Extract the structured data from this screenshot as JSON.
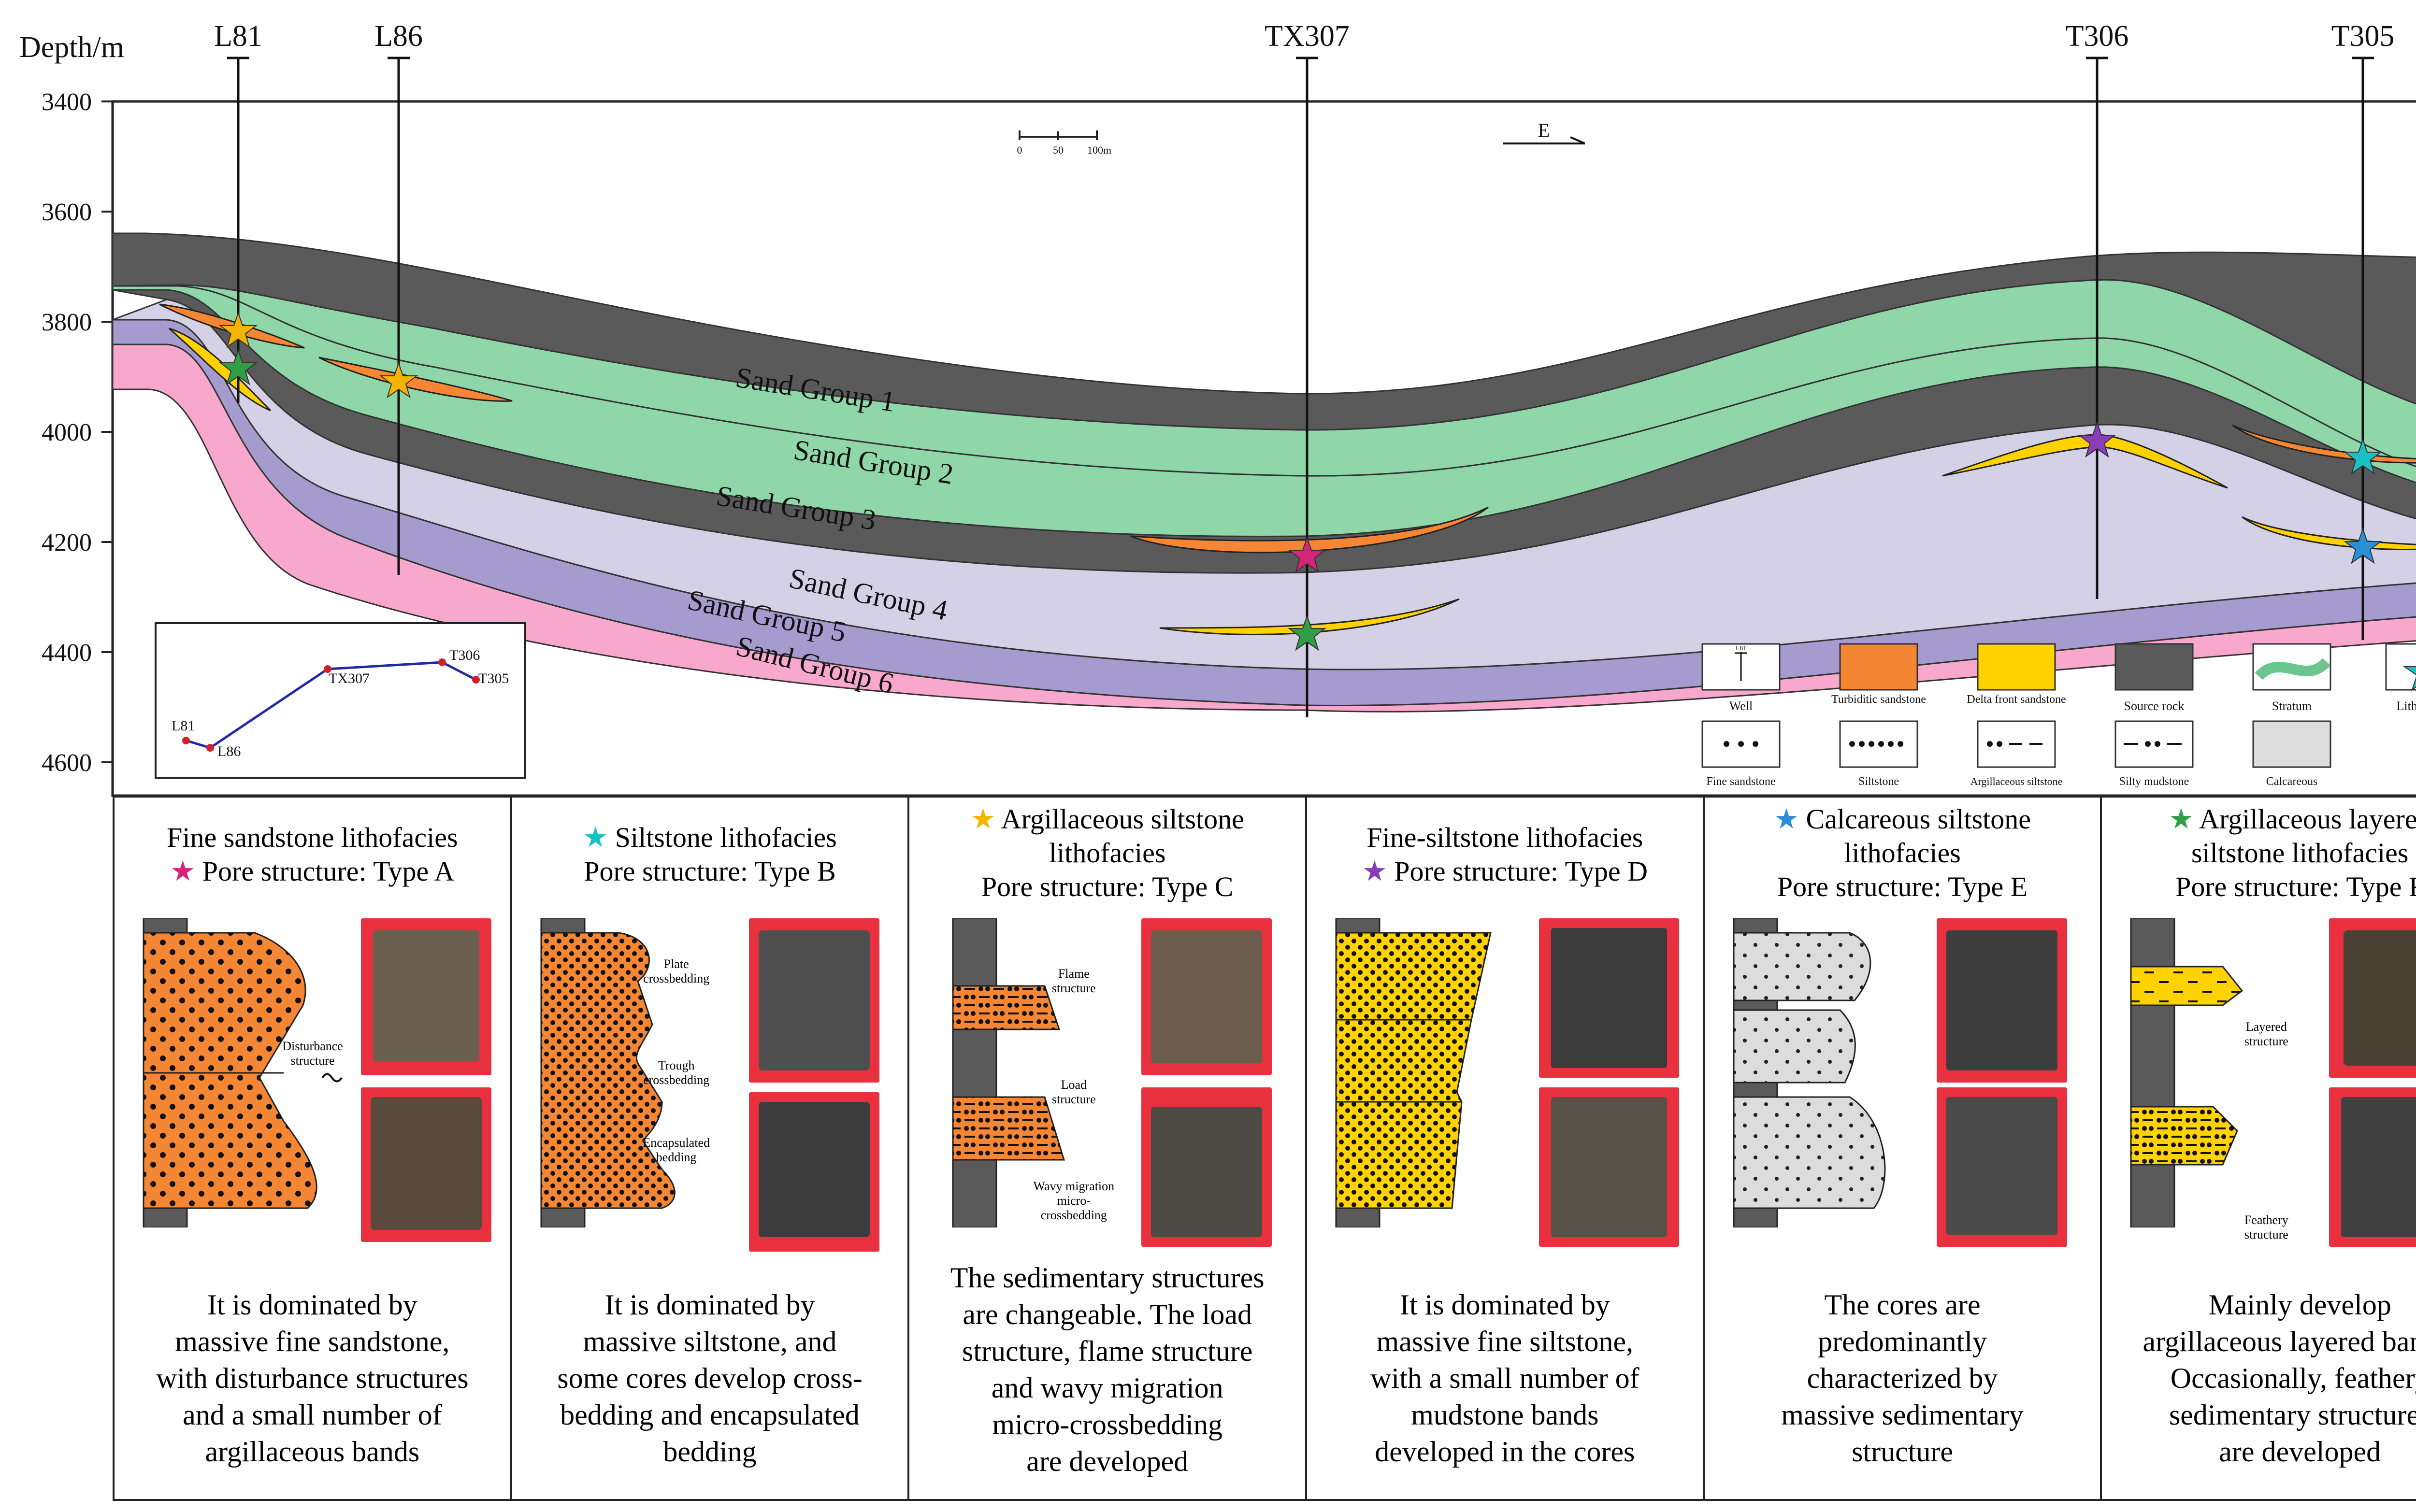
{
  "axis": {
    "title": "Depth/m",
    "ticks": [
      "3400",
      "3600",
      "3800",
      "4000",
      "4200",
      "4400",
      "4600"
    ]
  },
  "wells": [
    "L81",
    "L86",
    "TX307",
    "T306",
    "T305"
  ],
  "sand_groups": [
    "Sand Group 1",
    "Sand Group 2",
    "Sand Group 3",
    "Sand Group 4",
    "Sand Group 5",
    "Sand Group 6"
  ],
  "scale": {
    "zero": "0",
    "mid": "50",
    "end": "100m"
  },
  "direction": "E",
  "map_labels": [
    "L81",
    "L86",
    "TX307",
    "T306",
    "T305"
  ],
  "legend": {
    "well": "Well",
    "well_icon": "L81",
    "turbiditic": "Turbiditic sandstone",
    "delta": "Delta front sandstone",
    "source": "Source rock",
    "stratum": "Stratum",
    "lithofacies": "Lithofacies",
    "fine": "Fine sandstone",
    "siltstone": "Siltstone",
    "argillaceous": "Argillaceous siltstone",
    "silty_mud": "Silty mudstone",
    "calcareous": "Calcareous"
  },
  "colors": {
    "turbiditic": "#f58634",
    "delta": "#ffd200",
    "source": "#5a5a5a",
    "stratum": "#8fd6a8",
    "sg4": "#d4d0e6",
    "sg5": "#a59bcf",
    "sg6": "#f7a8cc",
    "photo_bg": "#e8303f"
  },
  "panels": [
    {
      "star_color": "#d6247b",
      "head_lines": [
        "Fine sandstone lithofacies",
        "★ Pore structure: Type A"
      ],
      "labels": [
        "Disturbance structure"
      ],
      "desc": [
        "It is dominated by",
        "massive fine sandstone,",
        "with disturbance structures",
        "and a small number of",
        "argillaceous bands"
      ]
    },
    {
      "star_color": "#19c2c2",
      "head_lines": [
        "★ Siltstone lithofacies",
        "Pore structure: Type B"
      ],
      "labels": [
        "Plate crossbedding",
        "Trough crossbedding",
        "Encapsulated bedding"
      ],
      "desc": [
        "It is dominated by",
        "massive siltstone, and",
        "some cores develop cross-",
        "bedding and encapsulated",
        "bedding"
      ]
    },
    {
      "star_color": "#f4b400",
      "head_lines": [
        "★ Argillaceous siltstone",
        "lithofacies",
        "Pore structure: Type C"
      ],
      "labels": [
        "Flame structure",
        "Load structure",
        "Wavy migration micro-crossbedding"
      ],
      "desc": [
        "The sedimentary structures",
        "are changeable. The load",
        "structure,  flame structure",
        "and wavy migration",
        "micro-crossbedding",
        "are developed"
      ]
    },
    {
      "star_color": "#8a3db8",
      "head_lines": [
        "Fine-siltstone lithofacies",
        "★ Pore structure: Type D"
      ],
      "labels": [],
      "desc": [
        "It is dominated by",
        "massive fine siltstone,",
        "with a small number of",
        "mudstone bands",
        "developed in the cores"
      ]
    },
    {
      "star_color": "#2a8fd6",
      "head_lines": [
        "★ Calcareous siltstone",
        "lithofacies",
        "Pore structure: Type E"
      ],
      "labels": [],
      "desc": [
        "The cores are",
        "predominantly",
        "characterized by",
        "massive sedimentary",
        "structure"
      ]
    },
    {
      "star_color": "#2f9e44",
      "head_lines": [
        "★ Argillaceous layered",
        "siltstone lithofacies",
        "Pore structure: Type F"
      ],
      "labels": [
        "Layered structure",
        "Feathery structure"
      ],
      "desc": [
        "Mainly develop",
        "argillaceous layered bands.",
        "Occasionally, feathery",
        "sedimentary structures",
        "are developed"
      ]
    }
  ]
}
